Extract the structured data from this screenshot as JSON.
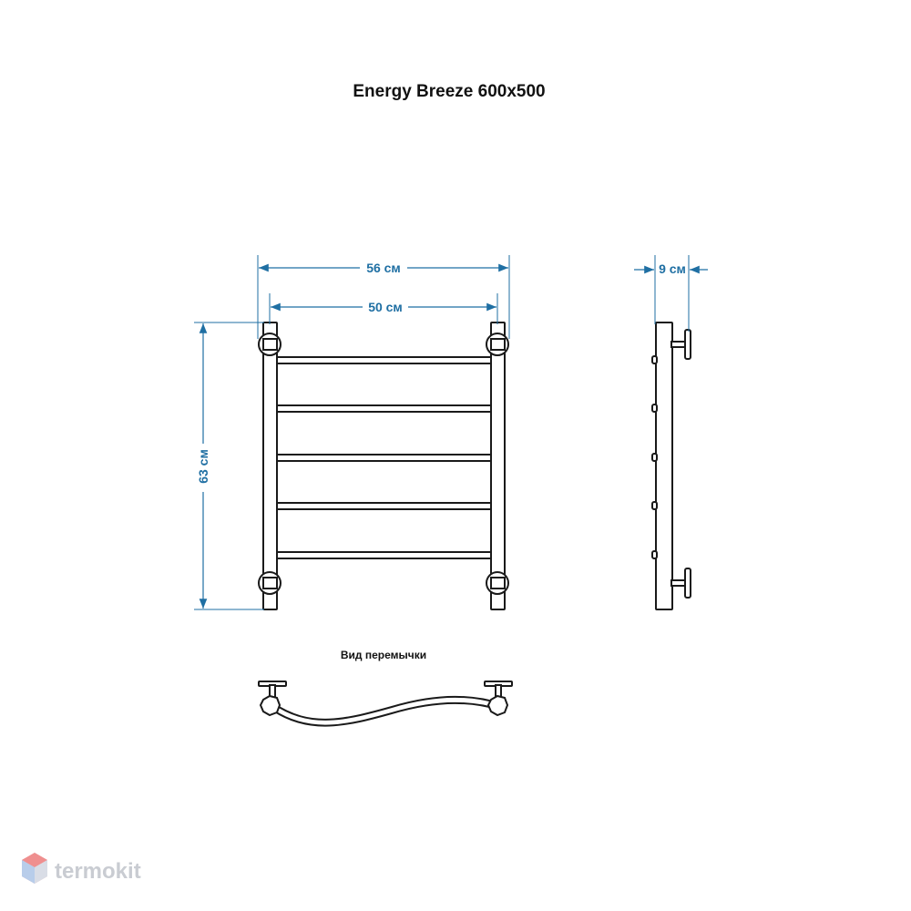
{
  "title": "Energy Breeze 600x500",
  "dimensions": {
    "overall_width": "56 см",
    "center_distance": "50 см",
    "height": "63 см",
    "depth": "9 см"
  },
  "caption": "Вид перемычки",
  "logo": {
    "text": "termokit"
  },
  "colors": {
    "dimension": "#1f6fa3",
    "outline": "#1a1a1a",
    "logo": "#c9ccd2"
  }
}
